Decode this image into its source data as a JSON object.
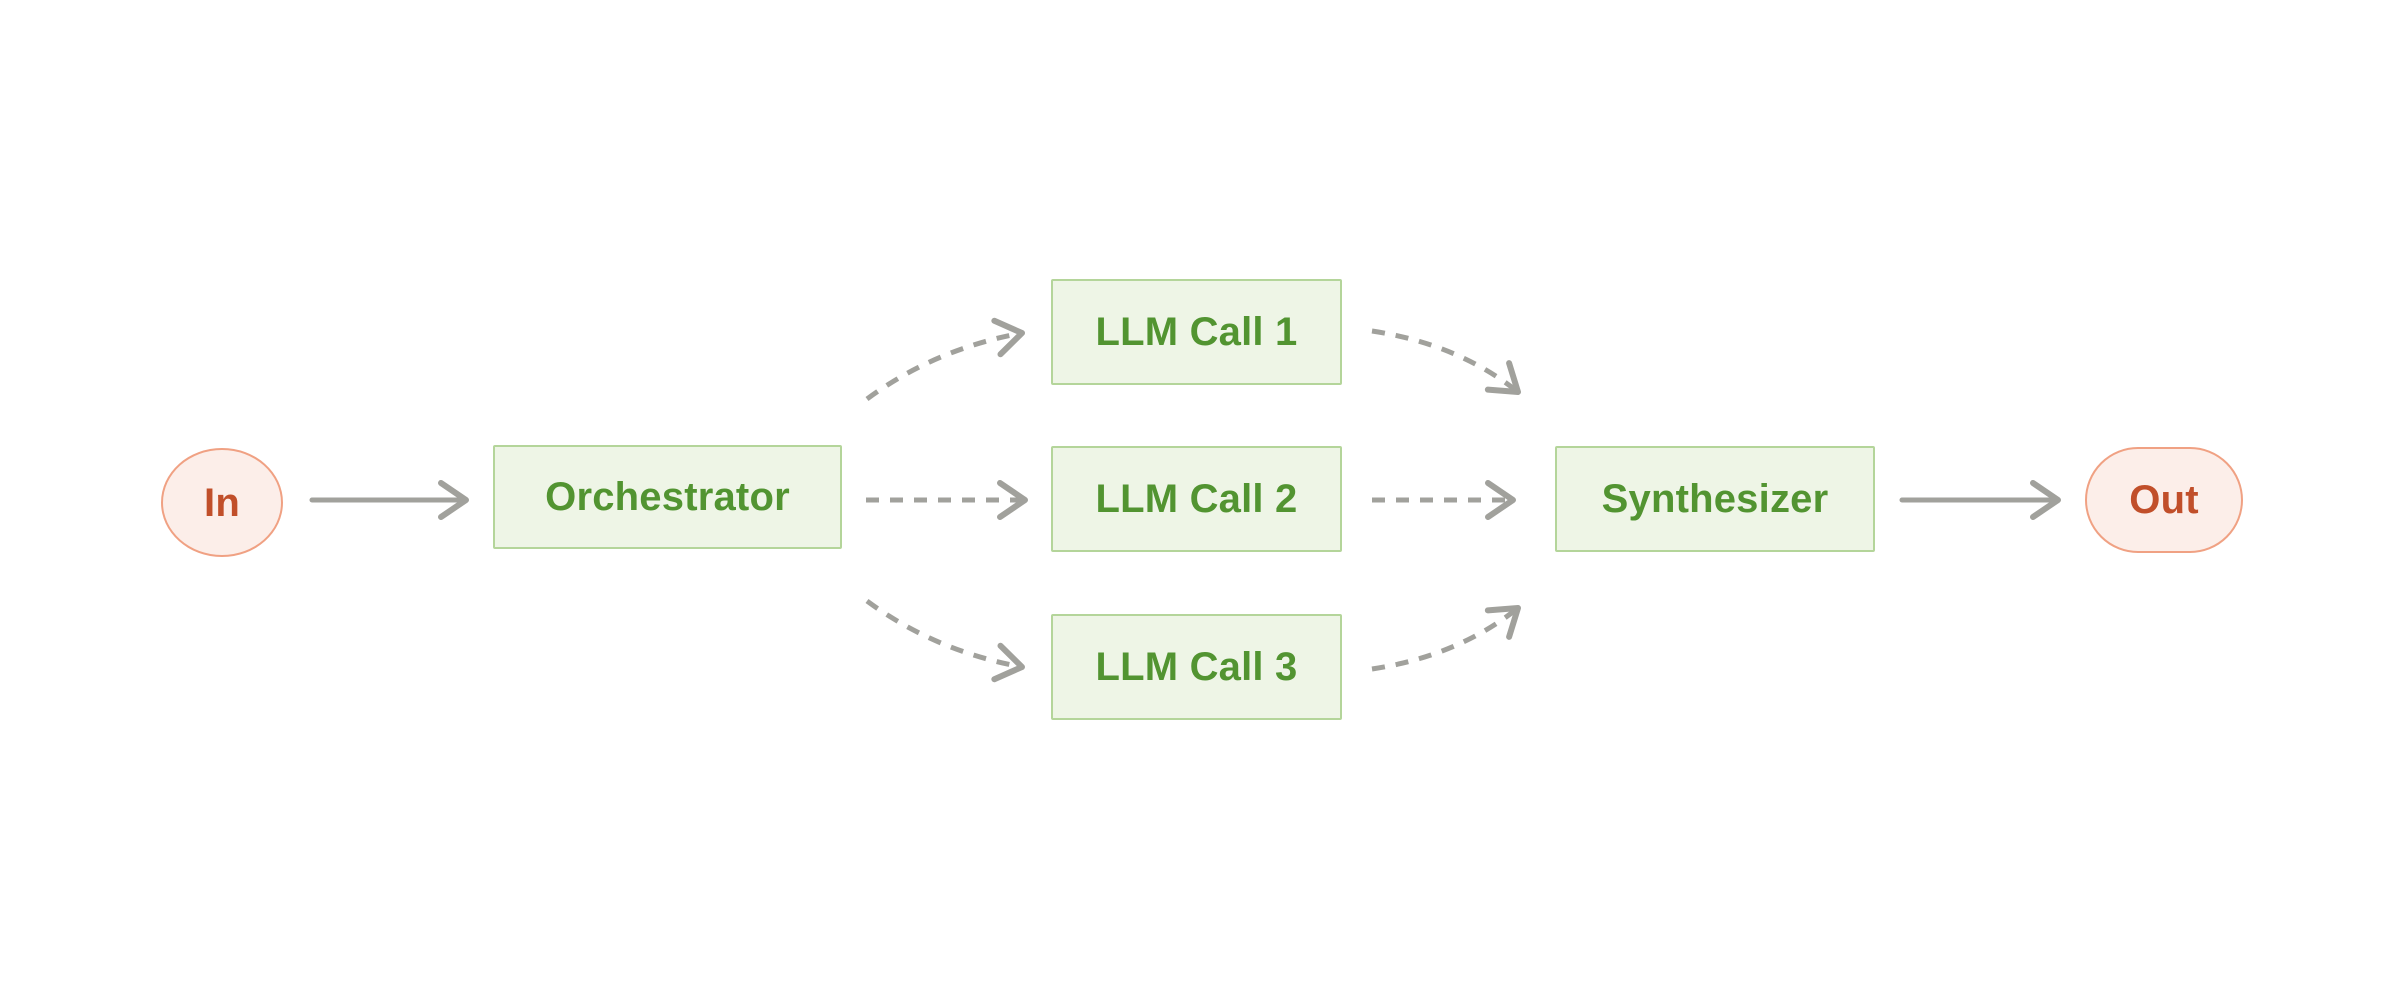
{
  "nodes": {
    "in": {
      "label": "In",
      "type": "terminal"
    },
    "orchestrator": {
      "label": "Orchestrator",
      "type": "process"
    },
    "llm_call_1": {
      "label": "LLM Call 1",
      "type": "process"
    },
    "llm_call_2": {
      "label": "LLM Call 2",
      "type": "process"
    },
    "llm_call_3": {
      "label": "LLM Call 3",
      "type": "process"
    },
    "synthesizer": {
      "label": "Synthesizer",
      "type": "process"
    },
    "out": {
      "label": "Out",
      "type": "terminal"
    }
  },
  "edges": [
    {
      "from": "in",
      "to": "orchestrator",
      "style": "solid"
    },
    {
      "from": "orchestrator",
      "to": "llm_call_1",
      "style": "dashed"
    },
    {
      "from": "orchestrator",
      "to": "llm_call_2",
      "style": "dashed"
    },
    {
      "from": "orchestrator",
      "to": "llm_call_3",
      "style": "dashed"
    },
    {
      "from": "llm_call_1",
      "to": "synthesizer",
      "style": "dashed"
    },
    {
      "from": "llm_call_2",
      "to": "synthesizer",
      "style": "dashed"
    },
    {
      "from": "llm_call_3",
      "to": "synthesizer",
      "style": "dashed"
    },
    {
      "from": "synthesizer",
      "to": "out",
      "style": "solid"
    }
  ],
  "colors": {
    "green_text": "#529431",
    "green_fill": "#eef5e6",
    "green_border": "#b4d59a",
    "accent_text": "#c14f2a",
    "accent_fill": "#fceee9",
    "accent_border": "#f0a183",
    "arrow": "#a1a19c",
    "background": "#ffffff"
  }
}
